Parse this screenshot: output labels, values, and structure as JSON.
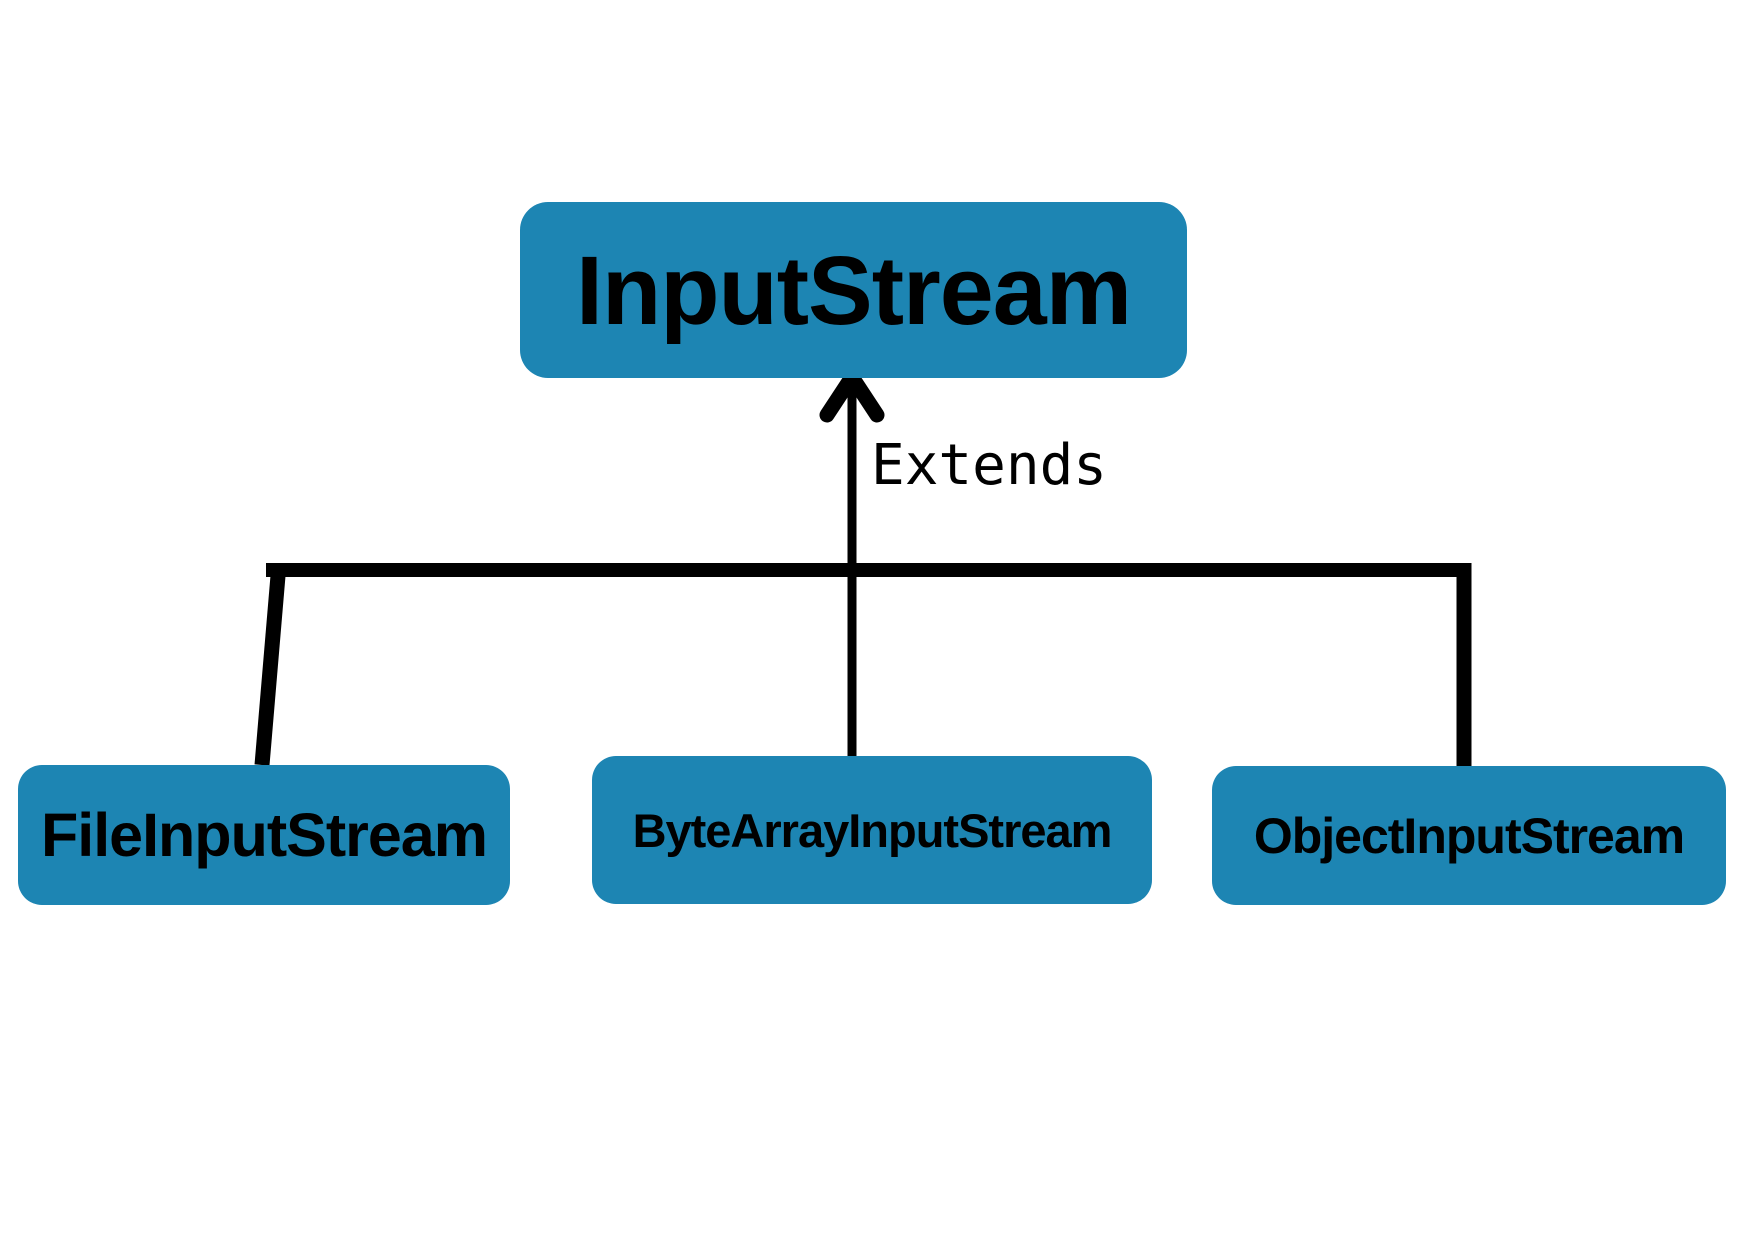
{
  "diagram": {
    "parent": {
      "label": "InputStream"
    },
    "edge_label": "Extends",
    "children": [
      {
        "label": "FileInputStream"
      },
      {
        "label": "ByteArrayInputStream"
      },
      {
        "label": "ObjectInputStream"
      }
    ],
    "colors": {
      "node_fill": "#1d85b3",
      "text": "#000000",
      "line": "#000000",
      "background": "#ffffff"
    }
  }
}
